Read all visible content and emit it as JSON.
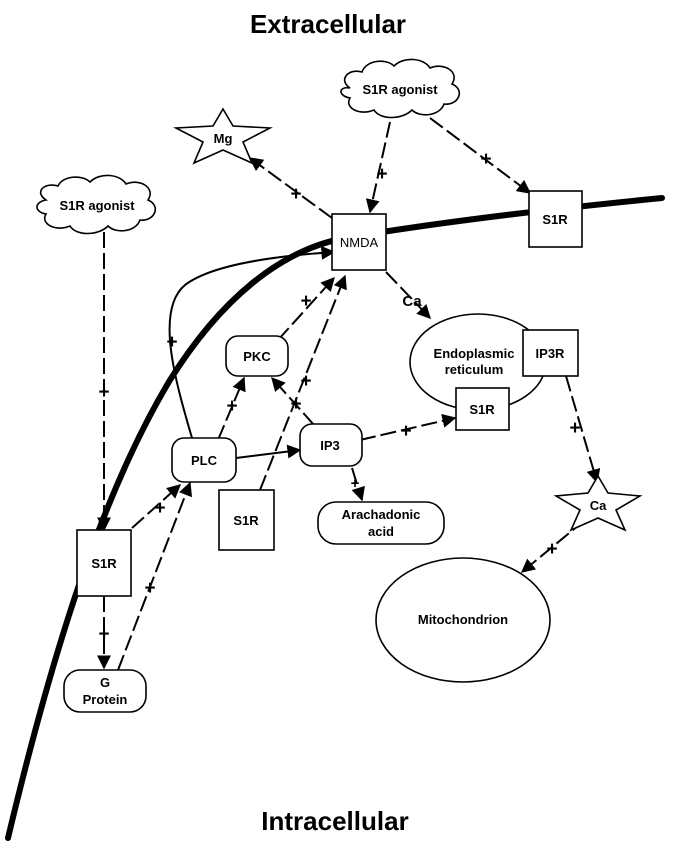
{
  "regions": {
    "top": "Extracellular",
    "bottom": "Intracellular"
  },
  "nodes": {
    "agonist_top": "S1R agonist",
    "agonist_left": "S1R agonist",
    "mg": "Mg",
    "nmda": "NMDA",
    "s1r_membrane_right": "S1R",
    "s1r_membrane_left": "S1R",
    "pkc": "PKC",
    "plc": "PLC",
    "ip3": "IP3",
    "s1r_lower": "S1R",
    "arachidonic_line1": "Arachadonic",
    "arachidonic_line2": "acid",
    "er_line1": "Endoplasmic",
    "er_line2": "reticulum",
    "ip3r": "IP3R",
    "s1r_er": "S1R",
    "ca_star": "Ca",
    "mitochondrion": "Mitochondrion",
    "gprotein_line1": "G",
    "gprotein_line2": "Protein"
  },
  "edge_labels": {
    "agonist_to_nmda": "+",
    "agonist_to_s1r": "+",
    "nmda_to_mg": "+",
    "nmda_to_er": "Ca",
    "agonist_left_to_s1r": "+",
    "s1r_to_plc": "+",
    "gprotein_to_plc": "+",
    "s1r_to_gprotein": "+",
    "plc_to_nmda": "+",
    "plc_to_pkc": "+",
    "pkc_to_nmda": "+",
    "s1r_lower_to_nmda": "+",
    "ip3_to_pkc": "+",
    "ip3_to_arachidonic": "+",
    "ip3_to_s1r_er": "+",
    "ip3r_to_ca": "+",
    "ca_to_mito": "+"
  }
}
